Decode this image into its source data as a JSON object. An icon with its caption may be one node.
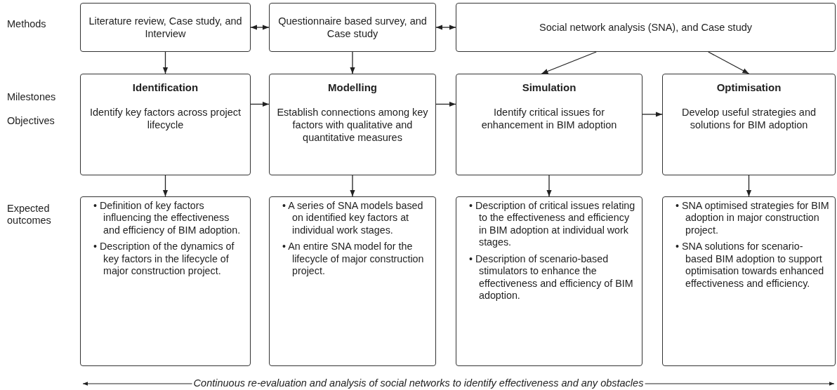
{
  "diagram": {
    "nodes": [
      {
        "text": [
          "Literature review, Case study, and Interview"
        ]
      },
      {
        "text": [
          "Questionnaire based survey, and Case study"
        ]
      },
      {
        "text": [
          "Social network analysis (SNA), and Case study"
        ]
      },
      {
        "text": [
          "Identification",
          "Identify key factors across project lifecycle"
        ]
      },
      {
        "text": [
          "Modelling",
          "Establish connections among key factors with qualitative and quantitative measures"
        ]
      },
      {
        "text": [
          "Simulation",
          "Identify critical issues for enhancement in BIM adoption"
        ]
      },
      {
        "text": [
          "Optimisation",
          "Develop useful strategies and solutions for BIM adoption"
        ]
      },
      {
        "text": [
          "• Definition of key factors influencing the effectiveness and efficiency of BIM adoption.",
          "• Description of the dynamics of key factors in the lifecycle of major construction project."
        ]
      },
      {
        "text": [
          "• A series of SNA models based on identified key factors at individual work stages.",
          "• An entire SNA model for the lifecycle of major construction project."
        ]
      },
      {
        "text": [
          "• Description of critical issues relating to the effectiveness and efficiency in BIM adoption at individual work stages.",
          "• Description of scenario-based stimulators to enhance the effectiveness and efficiency of BIM adoption."
        ]
      },
      {
        "text": [
          "• SNA optimised strategies for BIM adoption in major construction project.",
          "• SNA solutions for scenario-based BIM adoption to support optimisation towards enhanced effectiveness and efficiency."
        ]
      }
    ],
    "edges": [
      {
        "from": 0,
        "to": 1,
        "arrow": "both"
      },
      {
        "from": 1,
        "to": 2,
        "arrow": "both"
      },
      {
        "from": 0,
        "to": 3,
        "arrow": "to"
      },
      {
        "from": 1,
        "to": 4,
        "arrow": "to"
      },
      {
        "from": 2,
        "to": 5,
        "arrow": "to"
      },
      {
        "from": 2,
        "to": 6,
        "arrow": "to"
      },
      {
        "from": 3,
        "to": 4,
        "arrow": "to"
      },
      {
        "from": 4,
        "to": 5,
        "arrow": "to"
      },
      {
        "from": 5,
        "to": 6,
        "arrow": "to"
      },
      {
        "from": 3,
        "to": 7,
        "arrow": "to"
      },
      {
        "from": 4,
        "to": 8,
        "arrow": "to"
      },
      {
        "from": 5,
        "to": 9,
        "arrow": "to"
      },
      {
        "from": 6,
        "to": 10,
        "arrow": "to"
      }
    ],
    "labels": [
      "Methods",
      "Milestones",
      "Objectives",
      "Expected outcomes",
      "Continuous re-evaluation and analysis of social networks to identify effectiveness and any obstacles"
    ]
  }
}
